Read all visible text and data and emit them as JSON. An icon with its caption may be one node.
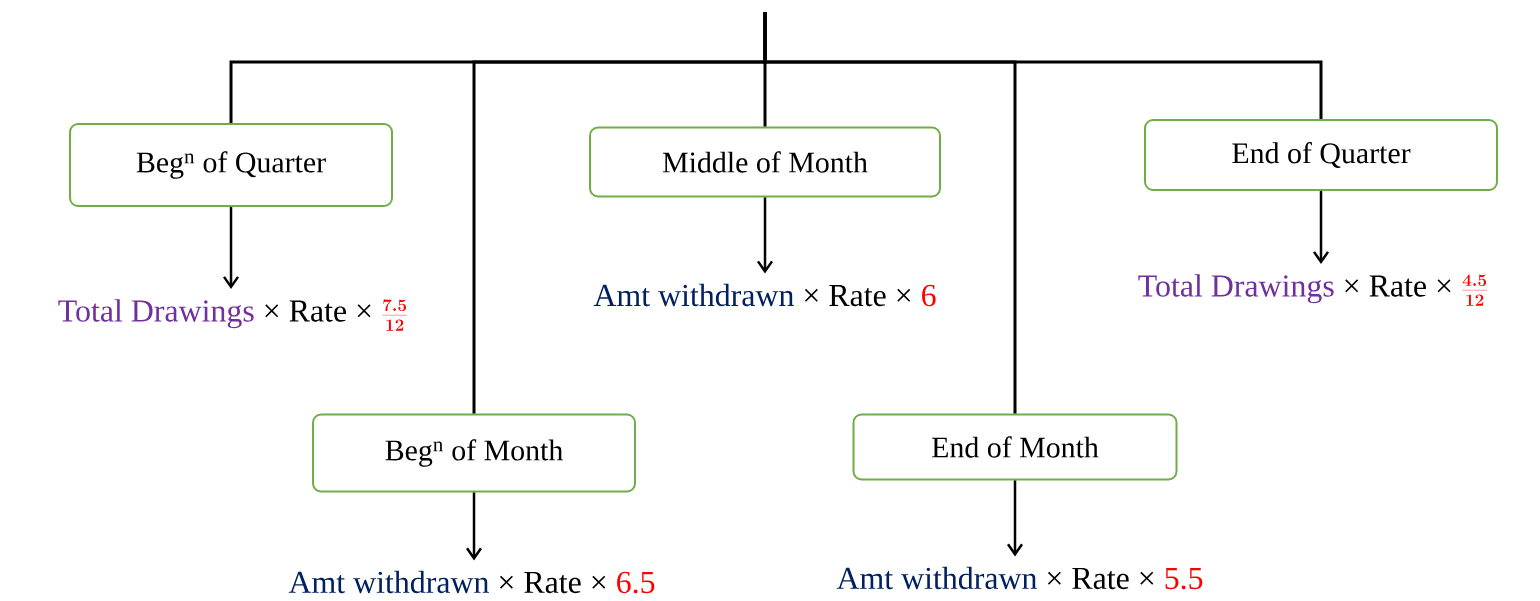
{
  "diagram": {
    "nodes": [
      {
        "text": [
          "Beg$^{n}$ of Quarter"
        ]
      },
      {
        "text": [
          "Middle of Month"
        ]
      },
      {
        "text": [
          "End of Quarter"
        ]
      },
      {
        "text": [
          "Total Drawings",
          "× Rate ×",
          "\\frac{7.5}{12}"
        ]
      },
      {
        "text": [
          "Amt withdrawn",
          "× Rate ×",
          "6"
        ]
      },
      {
        "text": [
          "Total Drawings",
          "× Rate ×",
          "\\frac{4.5}{12}"
        ]
      },
      {
        "text": [
          "Beg$^{n}$ of Month"
        ]
      },
      {
        "text": [
          "End of Month"
        ]
      },
      {
        "text": [
          "Amt withdrawn",
          "× Rate ×",
          "6.5"
        ]
      },
      {
        "text": [
          "Amt withdrawn",
          "× Rate ×",
          "5.5"
        ]
      }
    ],
    "edges": [
      {
        "from": null,
        "to": 0,
        "arrow": "none"
      },
      {
        "from": null,
        "to": 6,
        "arrow": "none"
      },
      {
        "from": null,
        "to": 1,
        "arrow": "none"
      },
      {
        "from": null,
        "to": 7,
        "arrow": "none"
      },
      {
        "from": null,
        "to": 2,
        "arrow": "none"
      },
      {
        "from": 0,
        "to": 3,
        "arrow": "to"
      },
      {
        "from": 1,
        "to": 4,
        "arrow": "to"
      },
      {
        "from": 2,
        "to": 5,
        "arrow": "to"
      },
      {
        "from": 6,
        "to": 8,
        "arrow": "to"
      },
      {
        "from": 7,
        "to": 9,
        "arrow": "to"
      }
    ]
  }
}
